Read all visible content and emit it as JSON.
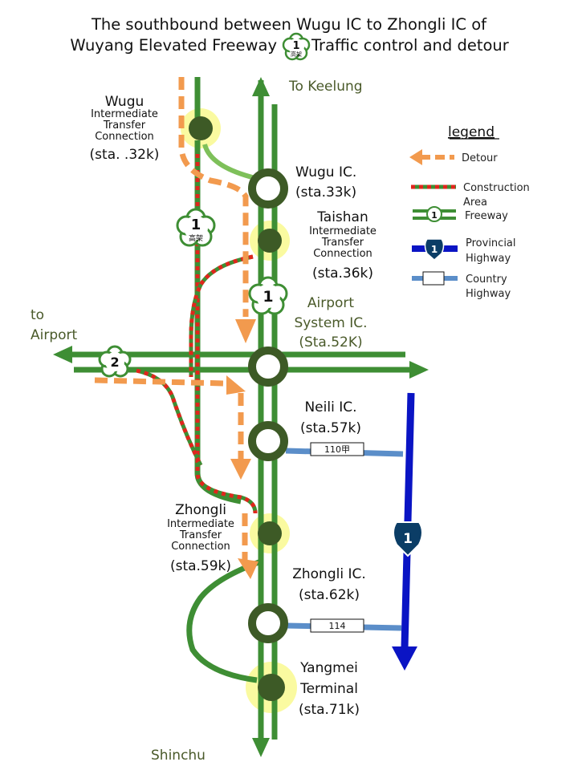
{
  "title": {
    "line1": "The southbound between Wugu IC to Zhongli IC of",
    "line2_left": "Wuyang Elevated Freeway",
    "line2_right": "Traffic control and detour"
  },
  "directions": {
    "north": "To Keelung",
    "south": "Shinchu",
    "airport_to": "to",
    "airport": "Airport"
  },
  "interchanges": {
    "wugu_connection": {
      "name": "Wugu",
      "line1": "Intermediate",
      "line2": "Transfer",
      "line3": "Connection",
      "sta": "(sta. .32k)"
    },
    "wugu_ic": {
      "name": "Wugu IC.",
      "sta": "(sta.33k)"
    },
    "taishan": {
      "name": "Taishan",
      "line1": "Intermediate",
      "line2": "Transfer",
      "line3": "Connection",
      "sta": "(sta.36k)"
    },
    "airport_system": {
      "line1": "Airport",
      "line2": "System IC.",
      "sta": "(Sta.52K)"
    },
    "neili": {
      "name": "Neili IC.",
      "sta": "(sta.57k)"
    },
    "zhongli_connection": {
      "name": "Zhongli",
      "line1": "Intermediate",
      "line2": "Transfer",
      "line3": "Connection",
      "sta": "(sta.59k)"
    },
    "zhongli_ic": {
      "name": "Zhongli IC.",
      "sta": "(sta.62k)"
    },
    "yangmei": {
      "line1": "Yangmei",
      "line2": "Terminal",
      "sta": "(sta.71k)"
    }
  },
  "roads": {
    "county_neili": "110甲",
    "county_zhongli": "114",
    "provincial_number": "1",
    "freeway1_number": "1",
    "elevated_sub": "高架",
    "freeway2_number": "2"
  },
  "legend": {
    "title": "legend",
    "detour": "Detour",
    "construction_1": "Construction",
    "construction_2": "Area",
    "freeway": "Freeway",
    "freeway_shield_number": "1",
    "provincial_1": "Provincial",
    "provincial_2": "Highway",
    "provincial_shield_number": "1",
    "country_1": "Country",
    "country_2": "Highway"
  },
  "colors": {
    "freeway_green": "#3e8e34",
    "node_dark": "#3d5a26",
    "yellow_glow": "#fafaa0",
    "detour_orange": "#f29a4e",
    "construction_red": "#e0261c",
    "provincial_blue": "#0a14c4",
    "county_blue": "#5b8ec9"
  }
}
